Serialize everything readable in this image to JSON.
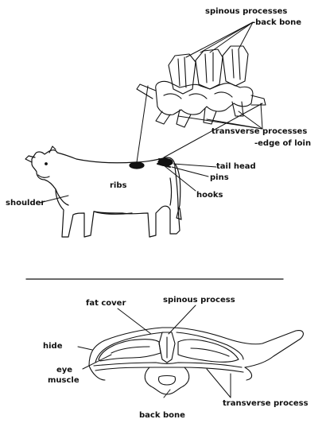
{
  "top_figure": {
    "labels": {
      "spinous_processes": "spinous processes",
      "back_bone_top": "-back bone",
      "transverse_processes": "transverse processes",
      "edge_of_loin": "-edge of loin",
      "tail_head": "tail head",
      "pins": "pins",
      "hooks": "hooks",
      "ribs": "ribs",
      "shoulder": "shoulder"
    }
  },
  "bottom_figure": {
    "labels": {
      "fat_cover": "fat cover",
      "spinous_process": "spinous process",
      "hide": "hide",
      "eye": "eye",
      "muscle": "muscle",
      "back_bone": "back bone",
      "transverse_process": "transverse process"
    }
  },
  "colors": {
    "ink": "#111111",
    "background": "#ffffff"
  }
}
